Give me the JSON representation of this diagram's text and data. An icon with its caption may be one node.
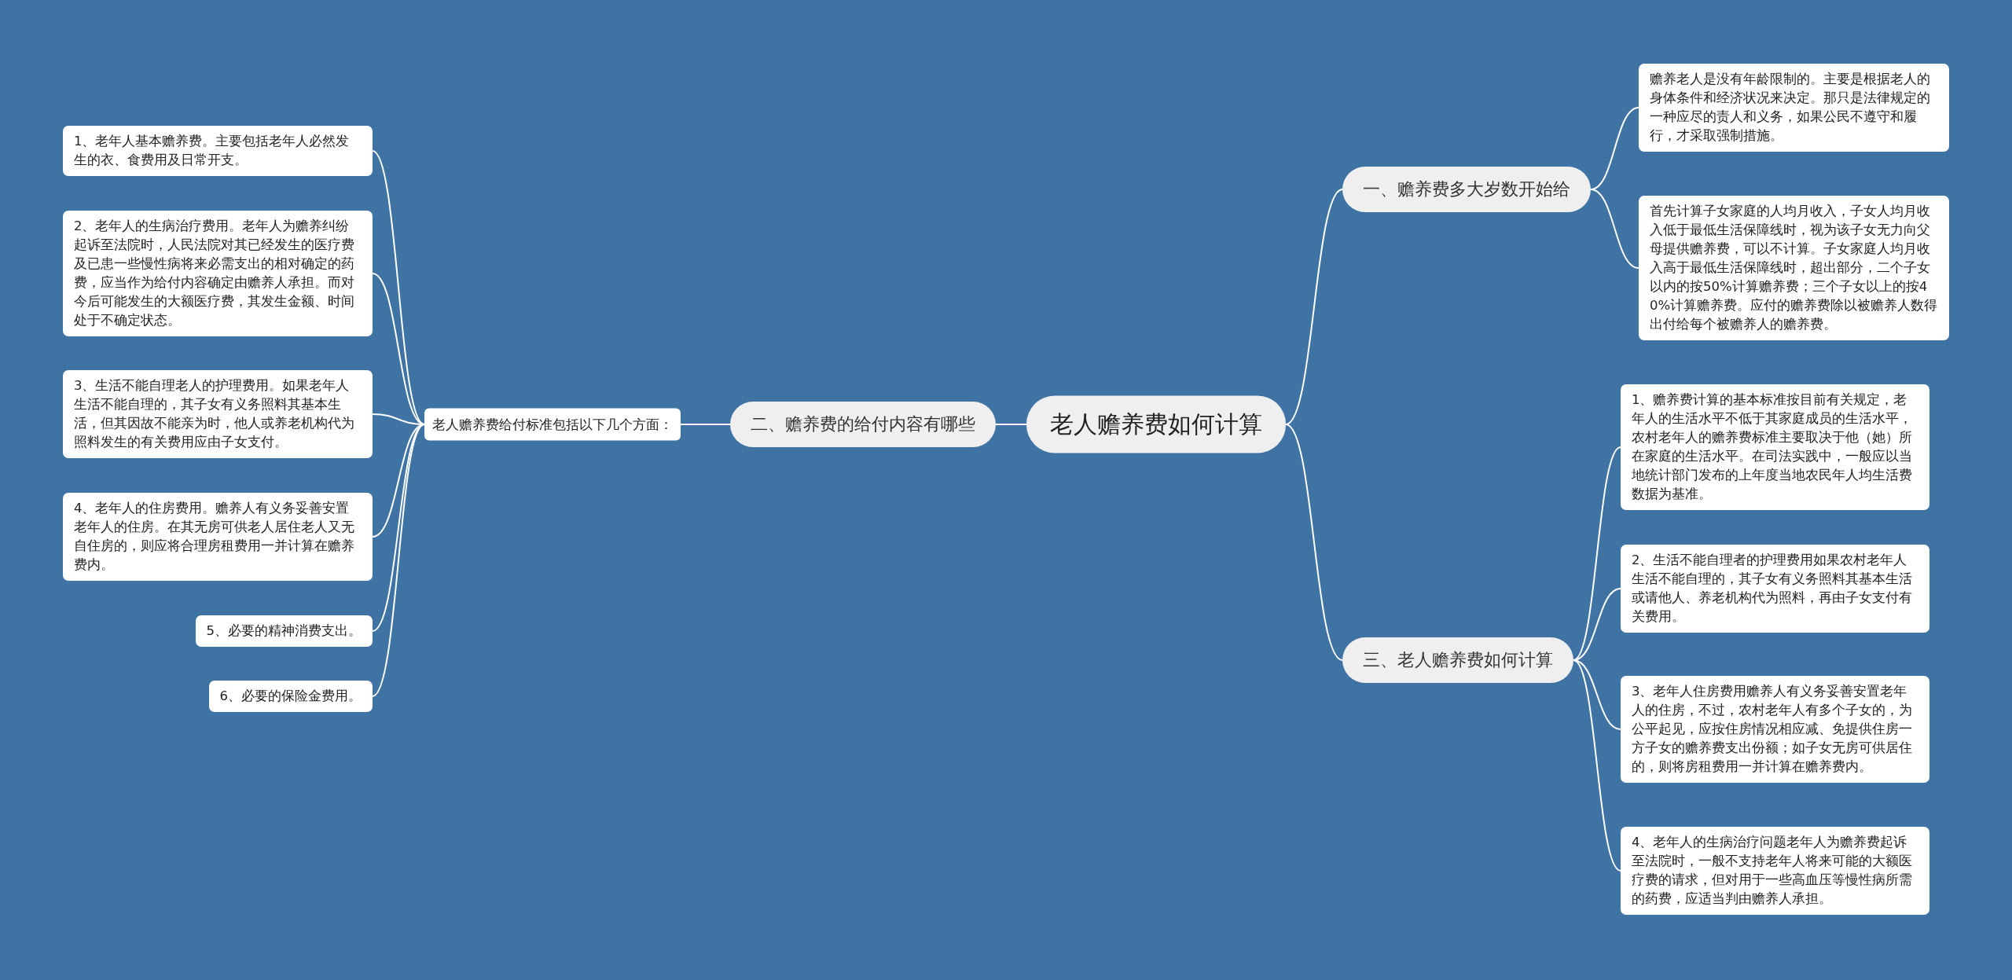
{
  "diagram": {
    "nodes": [
      {
        "text": [
          "老人赡养费如何计算"
        ]
      },
      {
        "text": [
          "一、赡养费多大岁数开始给"
        ]
      },
      {
        "text": [
          "赡养老人是没有年龄限制的。主要是根据老人的身体条件和经济状况来决定。那只是法律规定的一种应尽的责人和义务，如果公民不遵守和履行，才采取强制措施。"
        ]
      },
      {
        "text": [
          "首先计算子女家庭的人均月收入，子女人均月收入低于最低生活保障线时，视为该子女无力向父母提供赡养费，可以不计算。子女家庭人均月收入高于最低生活保障线时，超出部分，二个子女以内的按50%计算赡养费；三个子女以上的按40%计算赡养费。应付的赡养费除以被赡养人数得出付给每个被赡养人的赡养费。"
        ]
      },
      {
        "text": [
          "二、赡养费的给付内容有哪些"
        ]
      },
      {
        "text": [
          "老人赡养费给付标准包括以下几个方面："
        ]
      },
      {
        "text": [
          "1、老年人基本赡养费。主要包括老年人必然发生的衣、食费用及日常开支。"
        ]
      },
      {
        "text": [
          "2、老年人的生病治疗费用。老年人为赡养纠纷起诉至法院时，人民法院对其已经发生的医疗费及已患一些慢性病将来必需支出的相对确定的药费，应当作为给付内容确定由赡养人承担。而对今后可能发生的大额医疗费，其发生金额、时间处于不确定状态。"
        ]
      },
      {
        "text": [
          "3、生活不能自理老人的护理费用。如果老年人生活不能自理的，其子女有义务照料其基本生活，但其因故不能亲为时，他人或养老机构代为照料发生的有关费用应由子女支付。"
        ]
      },
      {
        "text": [
          "4、老年人的住房费用。赡养人有义务妥善安置老年人的住房。在其无房可供老人居住老人又无自住房的，则应将合理房租费用一并计算在赡养费内。"
        ]
      },
      {
        "text": [
          "5、必要的精神消费支出。"
        ]
      },
      {
        "text": [
          "6、必要的保险金费用。"
        ]
      },
      {
        "text": [
          "三、老人赡养费如何计算"
        ]
      },
      {
        "text": [
          "1、赡养费计算的基本标准按目前有关规定，老年人的生活水平不低于其家庭成员的生活水平，农村老年人的赡养费标准主要取决于他（她）所在家庭的生活水平。在司法实践中，一般应以当地统计部门发布的上年度当地农民年人均生活费数据为基准。"
        ]
      },
      {
        "text": [
          "2、生活不能自理者的护理费用如果农村老年人生活不能自理的，其子女有义务照料其基本生活或请他人、养老机构代为照料，再由子女支付有关费用。"
        ]
      },
      {
        "text": [
          "3、老年人住房费用赡养人有义务妥善安置老年人的住房，不过，农村老年人有多个子女的，为公平起见，应按住房情况相应减、免提供住房一方子女的赡养费支出份额；如子女无房可供居住的，则将房租费用一并计算在赡养费内。"
        ]
      },
      {
        "text": [
          "4、老年人的生病治疗问题老年人为赡养费起诉至法院时，一般不支持老年人将来可能的大额医疗费的请求，但对用于一些高血压等慢性病所需的药费，应适当判由赡养人承担。"
        ]
      }
    ],
    "edges": [
      {
        "from": 0,
        "to": 1,
        "arrow": "none"
      },
      {
        "from": 1,
        "to": 2,
        "arrow": "none"
      },
      {
        "from": 1,
        "to": 3,
        "arrow": "none"
      },
      {
        "from": 0,
        "to": 4,
        "arrow": "none"
      },
      {
        "from": 4,
        "to": 5,
        "arrow": "none"
      },
      {
        "from": 5,
        "to": 6,
        "arrow": "none"
      },
      {
        "from": 5,
        "to": 7,
        "arrow": "none"
      },
      {
        "from": 5,
        "to": 8,
        "arrow": "none"
      },
      {
        "from": 5,
        "to": 9,
        "arrow": "none"
      },
      {
        "from": 5,
        "to": 10,
        "arrow": "none"
      },
      {
        "from": 5,
        "to": 11,
        "arrow": "none"
      },
      {
        "from": 0,
        "to": 12,
        "arrow": "none"
      },
      {
        "from": 12,
        "to": 13,
        "arrow": "none"
      },
      {
        "from": 12,
        "to": 14,
        "arrow": "none"
      },
      {
        "from": 12,
        "to": 15,
        "arrow": "none"
      },
      {
        "from": 12,
        "to": 16,
        "arrow": "none"
      }
    ]
  }
}
